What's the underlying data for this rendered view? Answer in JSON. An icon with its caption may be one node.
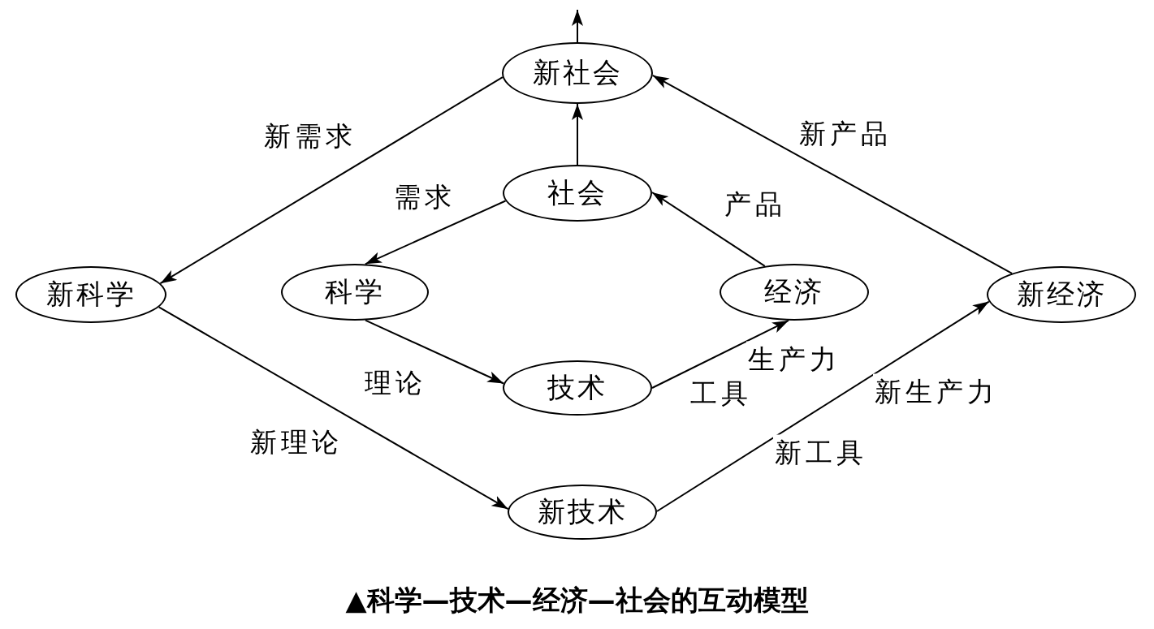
{
  "diagram": {
    "caption": "▲科学—技术—经济—社会的互动模型",
    "nodes": [
      {
        "text": [
          "新社会"
        ]
      },
      {
        "text": [
          "社会"
        ]
      },
      {
        "text": [
          "新科学"
        ]
      },
      {
        "text": [
          "科学"
        ]
      },
      {
        "text": [
          "经济"
        ]
      },
      {
        "text": [
          "新经济"
        ]
      },
      {
        "text": [
          "技术"
        ]
      },
      {
        "text": [
          "新技术"
        ]
      }
    ],
    "edges": [
      {
        "from": 0,
        "to": null,
        "arrow": "to"
      },
      {
        "from": 1,
        "to": 0,
        "arrow": "to"
      },
      {
        "from": 0,
        "to": 2,
        "arrow": "to",
        "label": "新需求"
      },
      {
        "from": 1,
        "to": 3,
        "arrow": "to",
        "label": "需求"
      },
      {
        "from": 3,
        "to": 6,
        "arrow": "to",
        "label": "理论"
      },
      {
        "from": 6,
        "to": 4,
        "arrow": "to",
        "label": "工具"
      },
      {
        "from": 4,
        "to": 1,
        "arrow": "to",
        "label": "产品"
      },
      {
        "from": 2,
        "to": 7,
        "arrow": "to",
        "label": "新理论"
      },
      {
        "from": 7,
        "to": 5,
        "arrow": "to",
        "label": "新工具"
      },
      {
        "from": 5,
        "to": 0,
        "arrow": "to",
        "label": "新产品"
      }
    ],
    "labels": [
      "生产力",
      "新生产力"
    ]
  }
}
